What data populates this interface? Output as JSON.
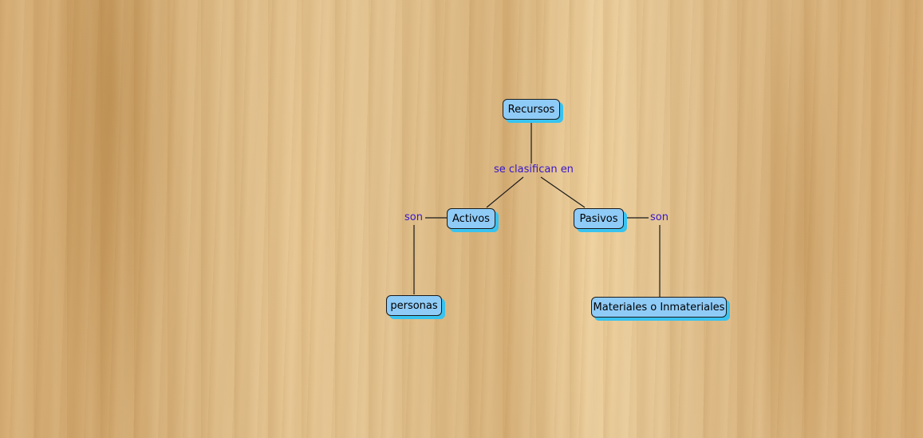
{
  "concepts": {
    "recursos": "Recursos",
    "activos": "Activos",
    "pasivos": "Pasivos",
    "personas": "personas",
    "materiales": "Materiales o Inmateriales"
  },
  "links": {
    "clasifican": "se clasifican en",
    "son_left": "son",
    "son_right": "son"
  }
}
